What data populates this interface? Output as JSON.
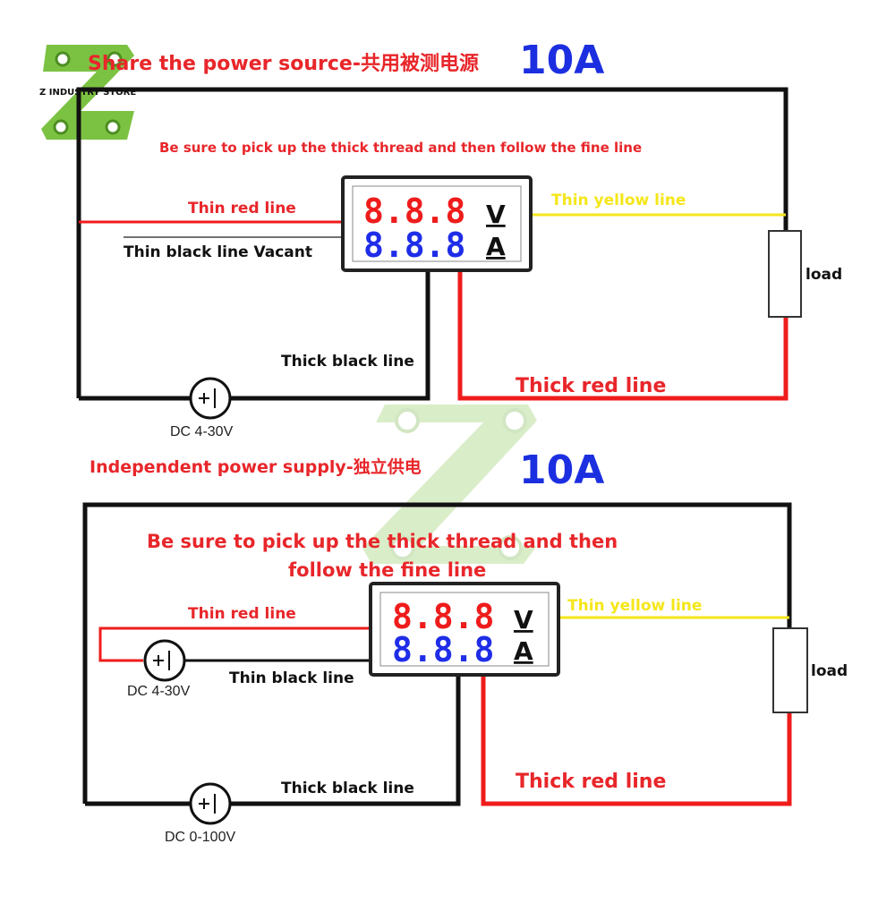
{
  "logo": {
    "text": "Z INDUSTRY STORE",
    "color": "#7cc242"
  },
  "watermark": {
    "color": "#7cc242"
  },
  "colors": {
    "red": "#ef1c1c",
    "blue": "#1f2de8",
    "yellow": "#f5e619",
    "black": "#111111"
  },
  "top": {
    "title": "Share the power source-共用被测电源",
    "current": "10A",
    "note": "Be sure to pick up the thick thread and then follow the fine line",
    "meter": {
      "volt_reading": "8.8.8",
      "amp_reading": "8.8.8",
      "volt_unit": "V",
      "amp_unit": "A"
    },
    "labels": {
      "thin_red": "Thin red line",
      "thin_black": "Thin black line Vacant",
      "thin_yellow": "Thin yellow line",
      "load": "load",
      "thick_black": "Thick black line",
      "thick_red": "Thick red line",
      "source": "DC 4-30V"
    }
  },
  "bottom": {
    "title": "Independent  power  supply-独立供电",
    "current": "10A",
    "note_line1": "Be sure to pick up the thick thread and then",
    "note_line2": "follow the fine line",
    "meter": {
      "volt_reading": "8.8.8",
      "amp_reading": "8.8.8",
      "volt_unit": "V",
      "amp_unit": "A"
    },
    "labels": {
      "thin_red": "Thin red line",
      "thin_black": "Thin black line",
      "thin_yellow": "Thin yellow line",
      "load": "load",
      "thick_black": "Thick black line",
      "thick_red": "Thick red line",
      "source_small": "DC 4-30V",
      "source_main": "DC 0-100V"
    }
  }
}
